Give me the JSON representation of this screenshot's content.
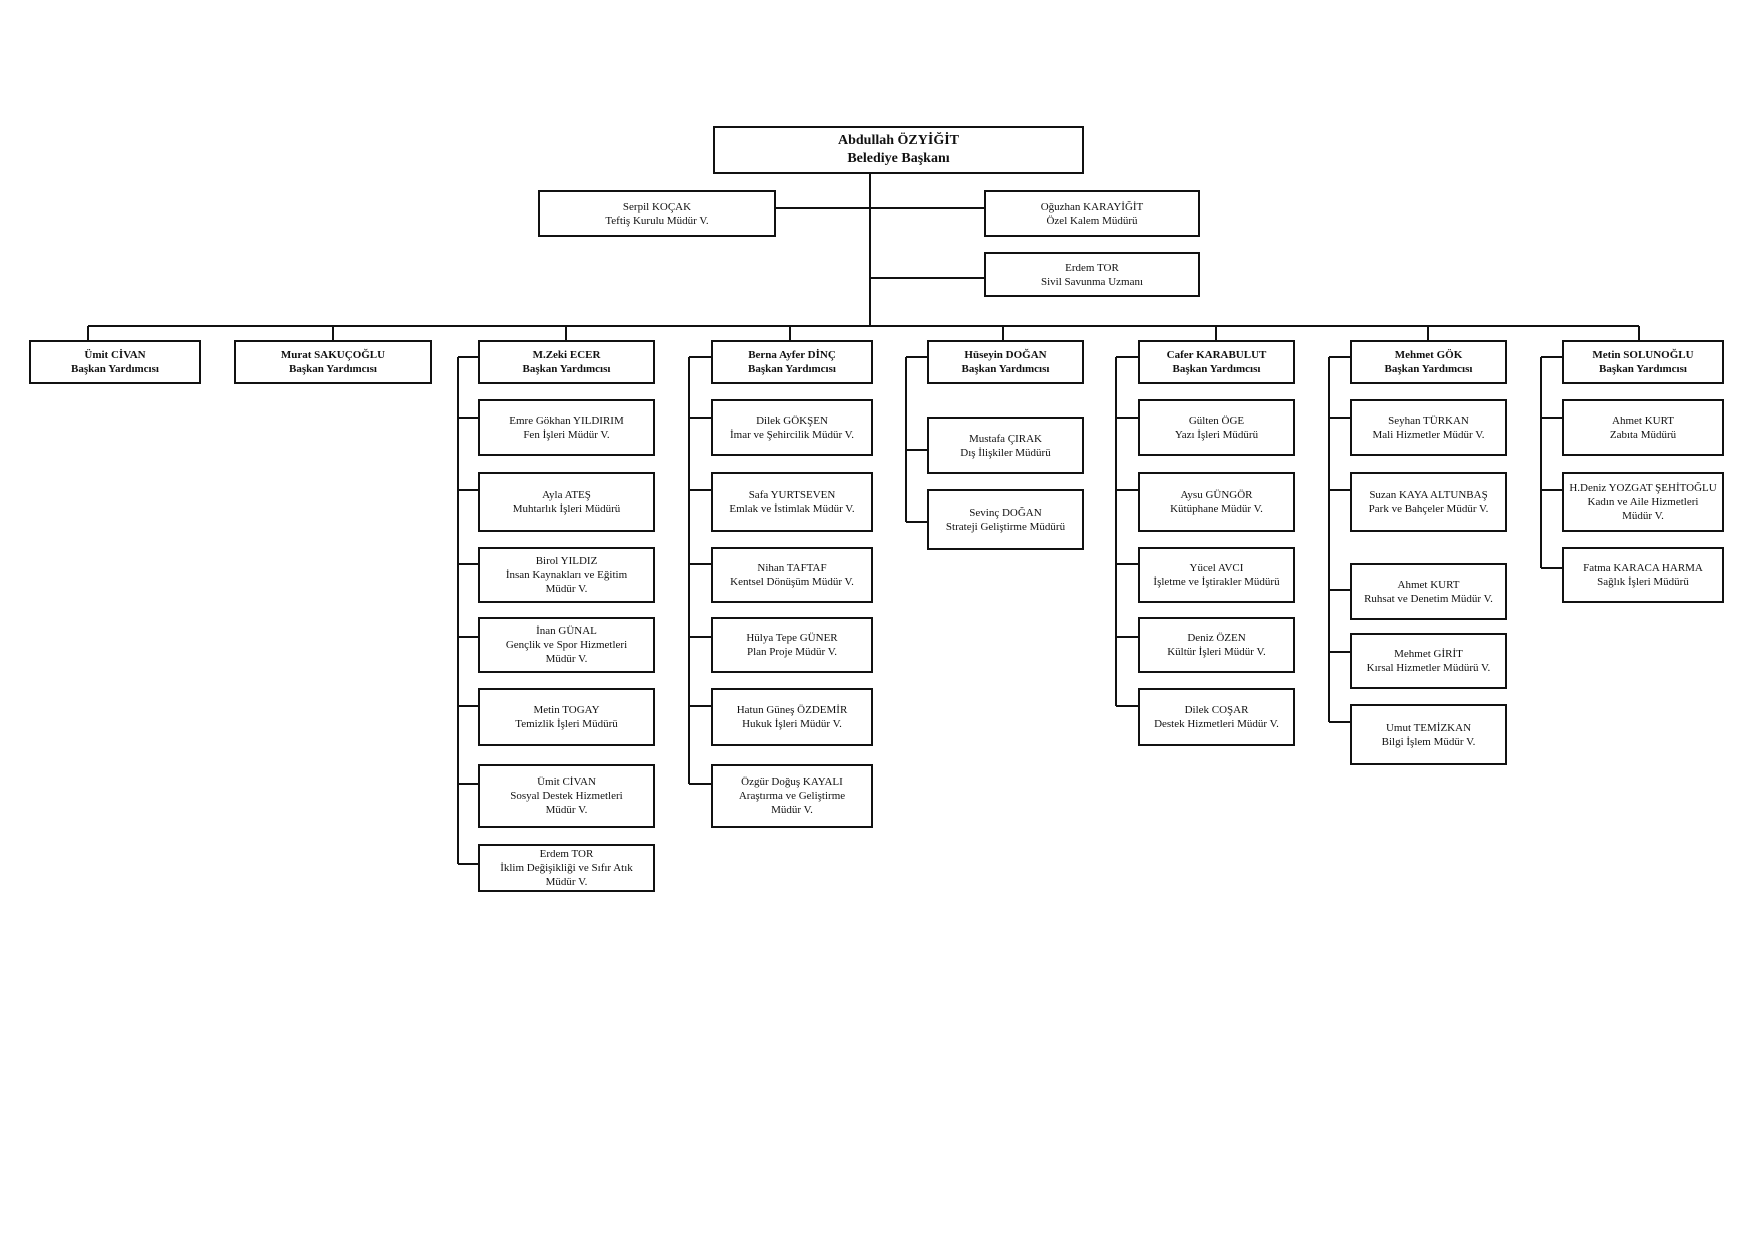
{
  "president": {
    "name": "Abdullah ÖZYİĞİT",
    "title": "Belediye Başkanı"
  },
  "staff": [
    {
      "name": "Serpil KOÇAK",
      "title": "Teftiş Kurulu Müdür V."
    },
    {
      "name": "Oğuzhan KARAYİĞİT",
      "title": "Özel Kalem Müdürü"
    },
    {
      "name": "Erdem TOR",
      "title": "Sivil Savunma Uzmanı"
    }
  ],
  "deputies": [
    {
      "name": "Ümit CİVAN",
      "title": "Başkan Yardımcısı",
      "units": []
    },
    {
      "name": "Murat SAKUÇOĞLU",
      "title": "Başkan Yardımcısı",
      "units": []
    },
    {
      "name": "M.Zeki ECER",
      "title": "Başkan Yardımcısı",
      "units": [
        {
          "name": "Emre Gökhan YILDIRIM",
          "title": "Fen İşleri Müdür V."
        },
        {
          "name": "Ayla ATEŞ",
          "title": "Muhtarlık İşleri Müdürü"
        },
        {
          "name": "Birol YILDIZ",
          "title": "İnsan Kaynakları ve Eğitim",
          "title2": "Müdür V."
        },
        {
          "name": "İnan GÜNAL",
          "title": "Gençlik ve Spor Hizmetleri",
          "title2": "Müdür V."
        },
        {
          "name": "Metin TOGAY",
          "title": "Temizlik İşleri Müdürü"
        },
        {
          "name": "Ümit CİVAN",
          "title": "Sosyal Destek Hizmetleri",
          "title2": "Müdür V."
        },
        {
          "name": "Erdem TOR",
          "title": "İklim Değişikliği ve Sıfır Atık",
          "title2": "Müdür V."
        }
      ]
    },
    {
      "name": "Berna Ayfer DİNÇ",
      "title": "Başkan Yardımcısı",
      "units": [
        {
          "name": "Dilek GÖKŞEN",
          "title": "İmar ve Şehircilik Müdür V."
        },
        {
          "name": "Safa YURTSEVEN",
          "title": "Emlak ve İstimlak Müdür V."
        },
        {
          "name": "Nihan TAFTAF",
          "title": "Kentsel Dönüşüm Müdür V."
        },
        {
          "name": "Hülya Tepe GÜNER",
          "title": "Plan Proje Müdür V."
        },
        {
          "name": "Hatun Güneş ÖZDEMİR",
          "title": "Hukuk İşleri Müdür V."
        },
        {
          "name": "Özgür Doğuş KAYALI",
          "title": "Araştırma ve Geliştirme",
          "title2": "Müdür V."
        }
      ]
    },
    {
      "name": "Hüseyin DOĞAN",
      "title": "Başkan Yardımcısı",
      "units": [
        {
          "name": "Mustafa ÇIRAK",
          "title": "Dış İlişkiler Müdürü"
        },
        {
          "name": "Sevinç DOĞAN",
          "title": "Strateji Geliştirme Müdürü"
        }
      ]
    },
    {
      "name": "Cafer KARABULUT",
      "title": "Başkan Yardımcısı",
      "units": [
        {
          "name": "Gülten ÖGE",
          "title": "Yazı İşleri Müdürü"
        },
        {
          "name": "Aysu GÜNGÖR",
          "title": "Kütüphane Müdür V."
        },
        {
          "name": "Yücel AVCI",
          "title": "İşletme ve İştirakler Müdürü"
        },
        {
          "name": "Deniz ÖZEN",
          "title": "Kültür İşleri Müdür V."
        },
        {
          "name": "Dilek COŞAR",
          "title": "Destek Hizmetleri Müdür V."
        }
      ]
    },
    {
      "name": "Mehmet GÖK",
      "title": "Başkan Yardımcısı",
      "units": [
        {
          "name": "Seyhan TÜRKAN",
          "title": "Mali Hizmetler Müdür V."
        },
        {
          "name": "Suzan KAYA ALTUNBAŞ",
          "title": "Park ve Bahçeler Müdür V."
        },
        {
          "name": "Ahmet KURT",
          "title": "Ruhsat ve Denetim Müdür V."
        },
        {
          "name": "Mehmet GİRİT",
          "title": "Kırsal Hizmetler Müdürü V."
        },
        {
          "name": "Umut TEMİZKAN",
          "title": "Bilgi İşlem Müdür V."
        }
      ]
    },
    {
      "name": "Metin SOLUNOĞLU",
      "title": "Başkan Yardımcısı",
      "units": [
        {
          "name": "Ahmet KURT",
          "title": "Zabıta Müdürü"
        },
        {
          "name": "H.Deniz YOZGAT ŞEHİTOĞLU",
          "title": "Kadın ve Aile Hizmetleri",
          "title2": "Müdür V."
        },
        {
          "name": "Fatma KARACA HARMA",
          "title": "Sağlık İşleri Müdürü"
        }
      ]
    }
  ]
}
